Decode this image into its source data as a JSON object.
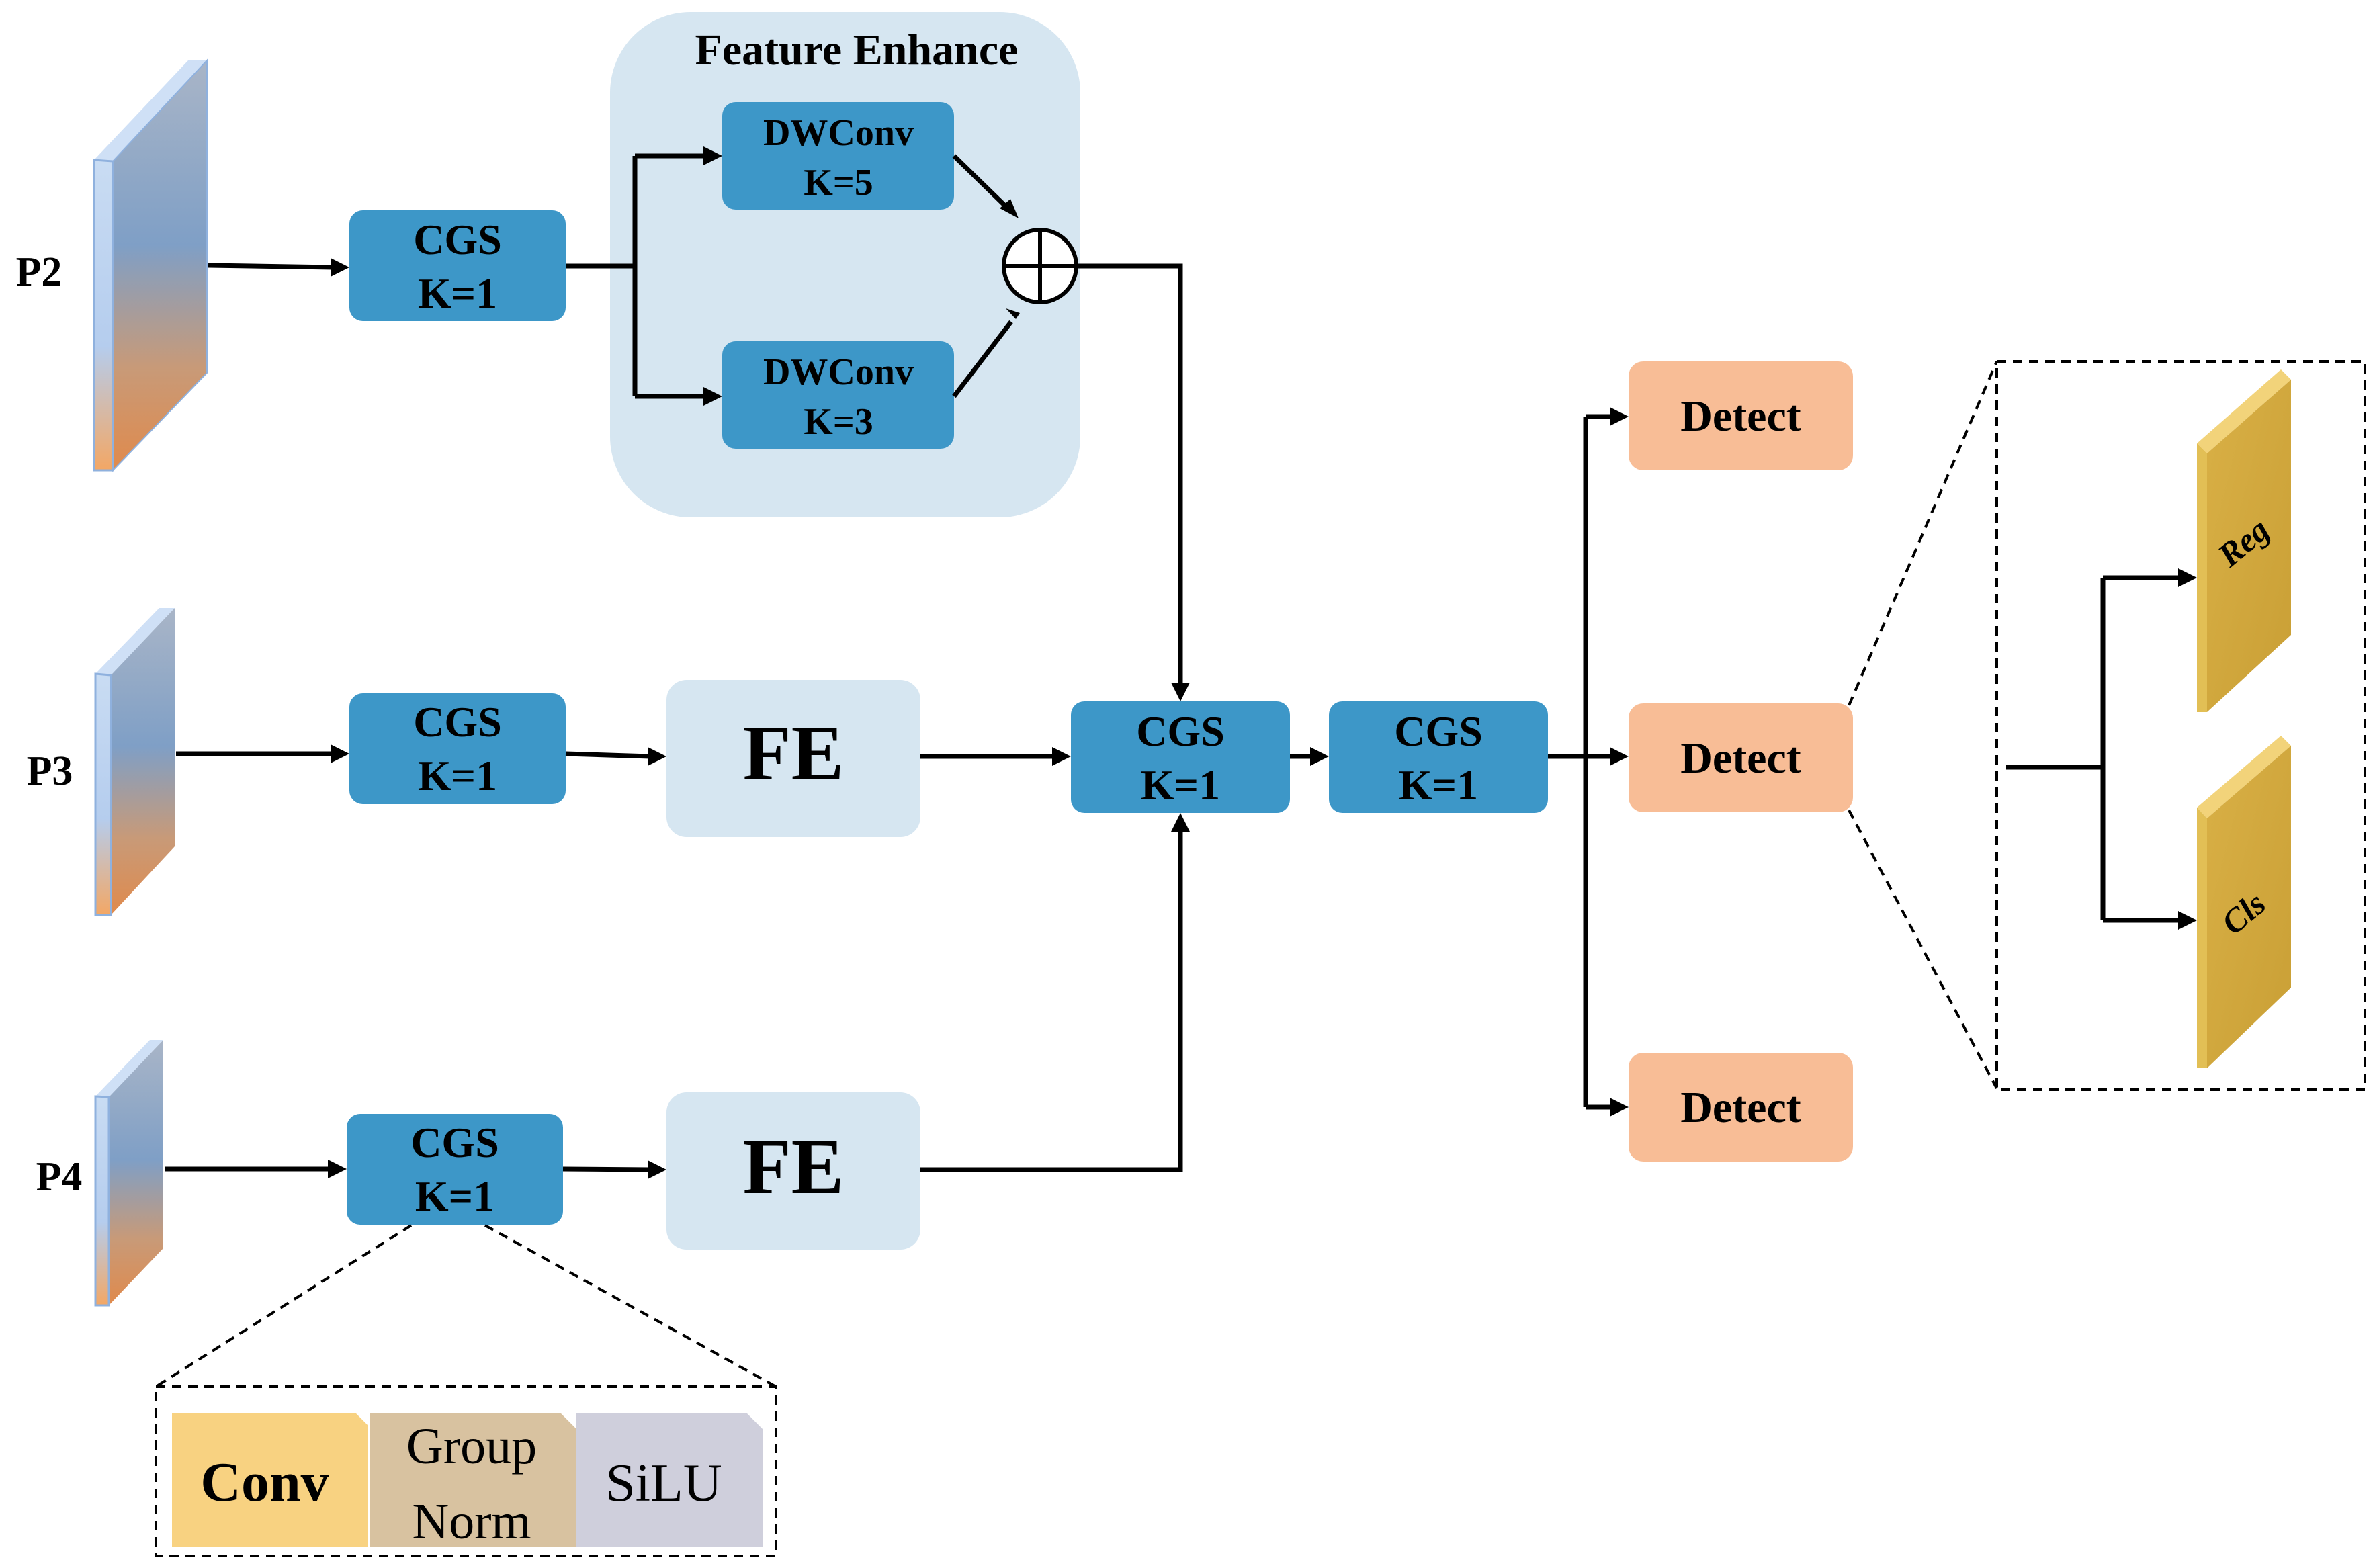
{
  "inputs": {
    "p2": "P2",
    "p3": "P3",
    "p4": "P4"
  },
  "feature_enhance": {
    "title": "Feature Enhance",
    "dw5": {
      "line1": "DWConv",
      "line2": "K=5"
    },
    "dw3": {
      "line1": "DWConv",
      "line2": "K=3"
    }
  },
  "cgs": {
    "line1": "CGS",
    "line2": "K=1"
  },
  "fe_label": "FE",
  "detect_label": "Detect",
  "head": {
    "reg": "Reg",
    "cls": "Cls"
  },
  "cgs_detail": {
    "conv": "Conv",
    "group_line1": "Group",
    "group_line2": "Norm",
    "silu": "SiLU"
  },
  "colors": {
    "cgs_blue": "#3d97c8",
    "fe_panel": "#d6e6f1",
    "detect_orange": "#f8bd96",
    "conv_yellow": "#f8d281",
    "groupnorm_tan": "#d8c2a0",
    "silu_gray": "#cfcfdc",
    "head_gold": "#d6ae42"
  }
}
